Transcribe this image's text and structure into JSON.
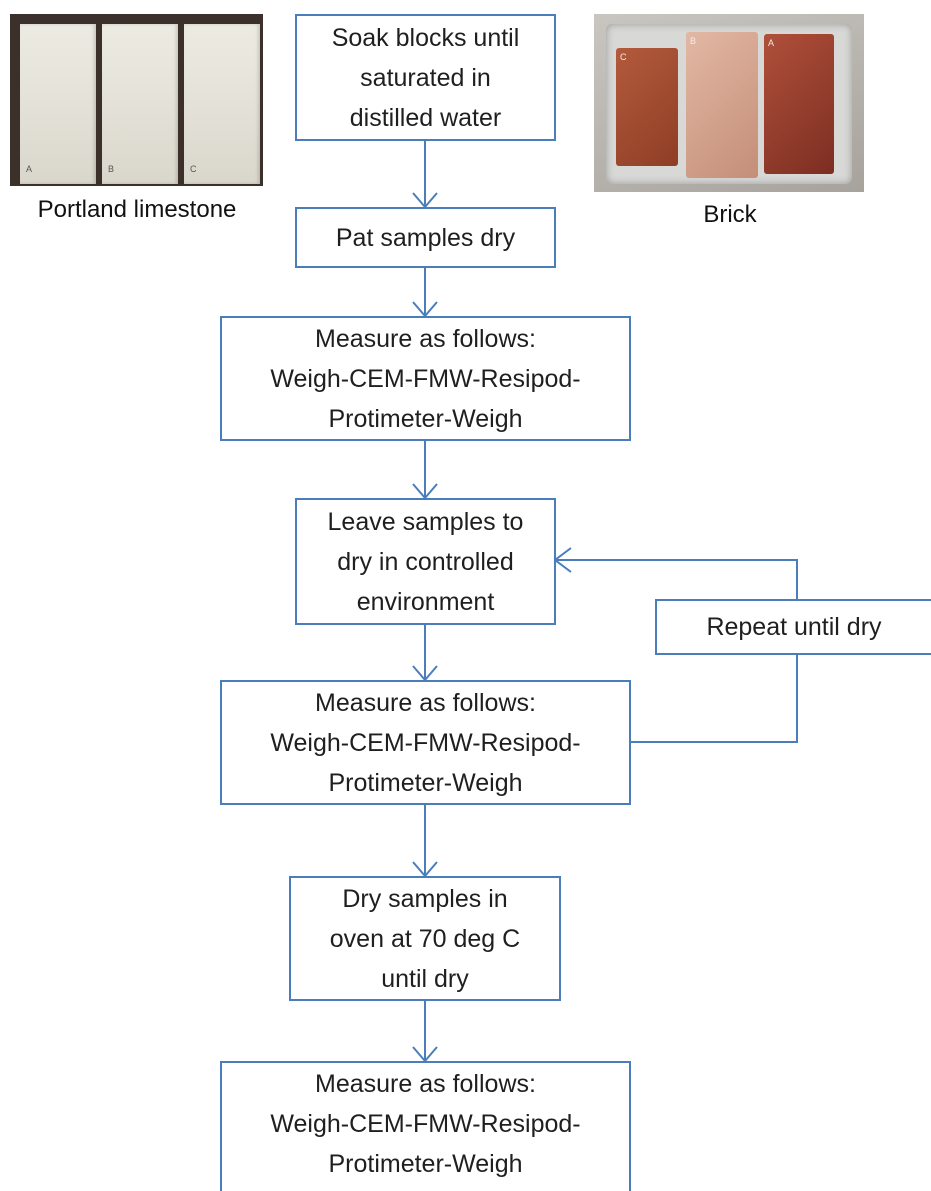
{
  "colors": {
    "box_border": "#4a7ebb",
    "arrow": "#4a7ebb",
    "text": "#1f1f1f"
  },
  "photos": {
    "limestone": {
      "caption": "Portland limestone",
      "block_labels": [
        "A",
        "B",
        "C"
      ]
    },
    "brick": {
      "caption": "Brick",
      "block_labels": [
        "C",
        "B",
        "A"
      ]
    }
  },
  "steps": [
    {
      "id": "soak",
      "text": "Soak blocks until\nsaturated in\ndistilled water"
    },
    {
      "id": "pat",
      "text": "Pat samples dry"
    },
    {
      "id": "measure1",
      "text": "Measure as follows:\nWeigh-CEM-FMW-Resipod-\nProtimeter-Weigh"
    },
    {
      "id": "leave",
      "text": "Leave samples to\ndry in controlled\nenvironment"
    },
    {
      "id": "measure2",
      "text": "Measure as follows:\nWeigh-CEM-FMW-Resipod-\nProtimeter-Weigh"
    },
    {
      "id": "oven",
      "text": "Dry samples in\noven at 70 deg C\nuntil dry"
    },
    {
      "id": "measure3",
      "text": "Measure as follows:\nWeigh-CEM-FMW-Resipod-\nProtimeter-Weigh"
    }
  ],
  "loop": {
    "text": "Repeat until dry"
  }
}
